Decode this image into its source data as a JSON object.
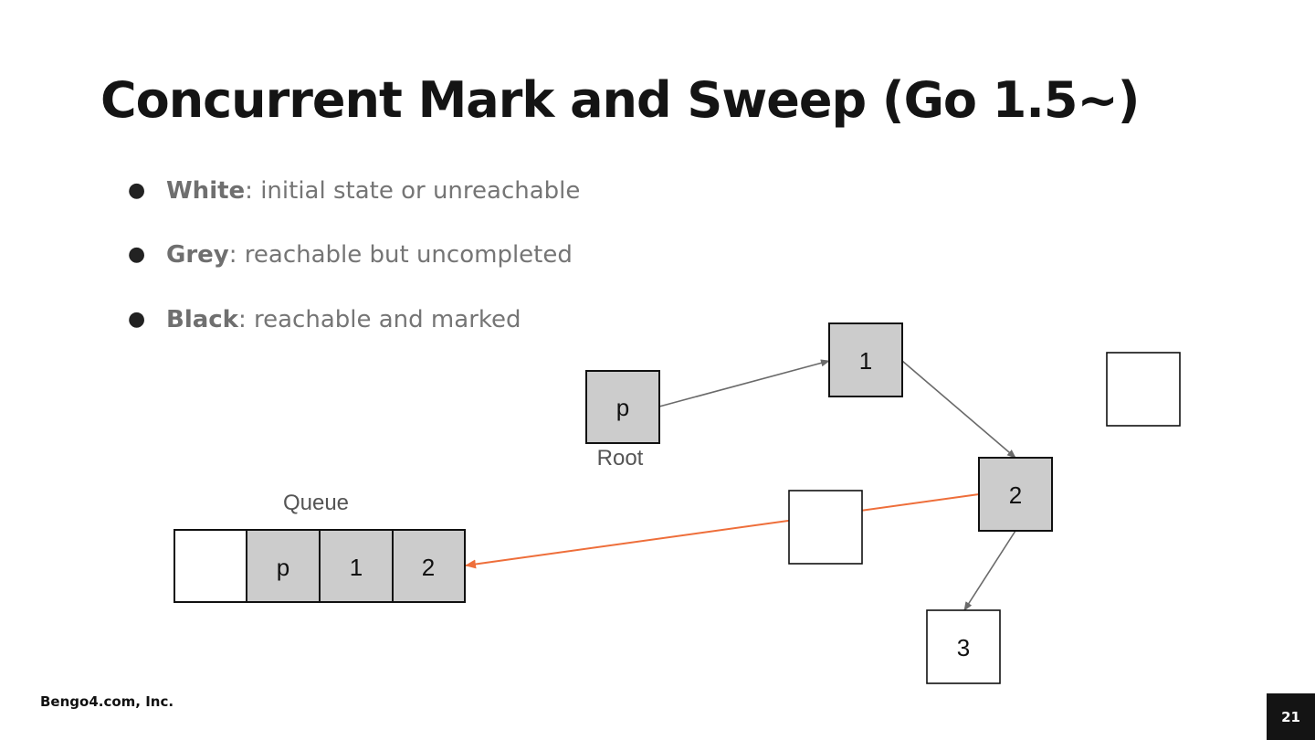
{
  "slide": {
    "title": "Concurrent Mark and Sweep (Go 1.5~)",
    "bullets": [
      {
        "term": "White",
        "desc": ": initial state or unreachable"
      },
      {
        "term": "Grey",
        "desc": ": reachable but uncompleted"
      },
      {
        "term": "Black",
        "desc": ": reachable and marked"
      }
    ],
    "bullet_glyph": "●",
    "footer": "Bengo4.com, Inc.",
    "page_number": "21"
  },
  "diagram": {
    "root_label": "Root",
    "queue_label": "Queue",
    "nodes": [
      {
        "id": "p",
        "label": "p",
        "state": "grey"
      },
      {
        "id": "n1",
        "label": "1",
        "state": "grey"
      },
      {
        "id": "n2",
        "label": "2",
        "state": "grey"
      },
      {
        "id": "n3",
        "label": "3",
        "state": "white"
      },
      {
        "id": "w1",
        "label": "",
        "state": "white"
      },
      {
        "id": "w2",
        "label": "",
        "state": "white"
      }
    ],
    "queue": [
      "",
      "p",
      "1",
      "2"
    ],
    "colors": {
      "grey_fill": "#cccccc",
      "white_fill": "#ffffff",
      "edge": "#6a6a6a",
      "enqueue_arrow": "#ee6e3a"
    }
  }
}
